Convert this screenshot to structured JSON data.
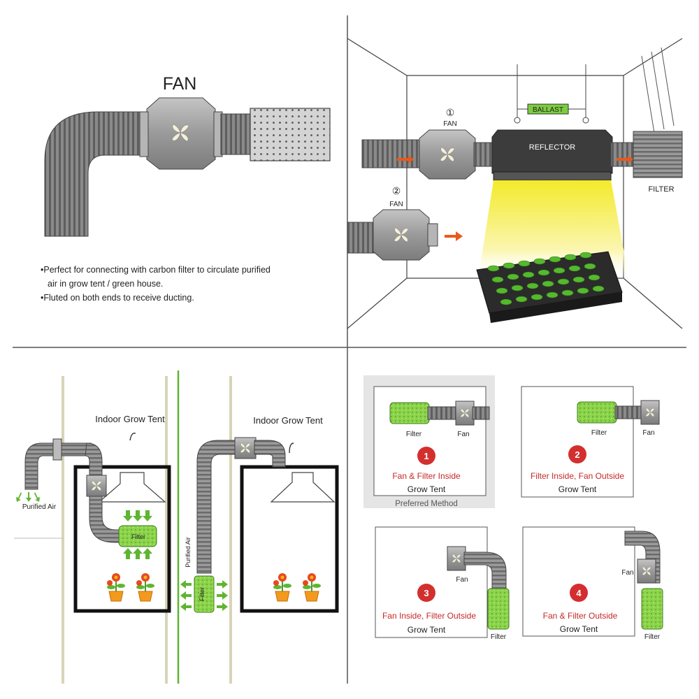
{
  "q1": {
    "title": "FAN",
    "bullets": [
      "Perfect for connecting with carbon filter to circulate purified",
      "air in grow tent / green house.",
      "Fluted on both ends to receive ducting."
    ]
  },
  "q2": {
    "fan1_num": "①",
    "fan1_label": "FAN",
    "fan2_num": "②",
    "fan2_label": "FAN",
    "ballast": "BALLAST",
    "reflector": "REFLECTOR",
    "filter": "FILTER"
  },
  "q3": {
    "tent1_title": "Indoor  Grow Tent",
    "tent2_title": "Indoor  Grow Tent",
    "purified_air": "Purified Air",
    "filter": "Filter",
    "purified_air_vertical": "Purified Air",
    "filter_vertical": "Filter"
  },
  "q4": {
    "panels": [
      {
        "num": "1",
        "filter": "Filter",
        "fan": "Fan",
        "caption": "Fan & Filter Inside",
        "tent": "Grow Tent",
        "note": "Preferred Method"
      },
      {
        "num": "2",
        "filter": "Filter",
        "fan": "Fan",
        "caption": "Filter Inside, Fan Outside",
        "tent": "Grow Tent"
      },
      {
        "num": "3",
        "filter": "Filter",
        "fan": "Fan",
        "caption": "Fan Inside, Filter Outside",
        "tent": "Grow Tent"
      },
      {
        "num": "4",
        "filter": "Filter",
        "fan": "Fan",
        "caption": "Fan & Filter Outside",
        "tent": "Grow Tent"
      }
    ]
  },
  "colors": {
    "green": "#8bd34a",
    "red": "#d32f2f",
    "duct": "#8e8e8e",
    "fan": "#a7a7a7",
    "arrow": "#e85a1b",
    "light": "#f6ee3a"
  }
}
